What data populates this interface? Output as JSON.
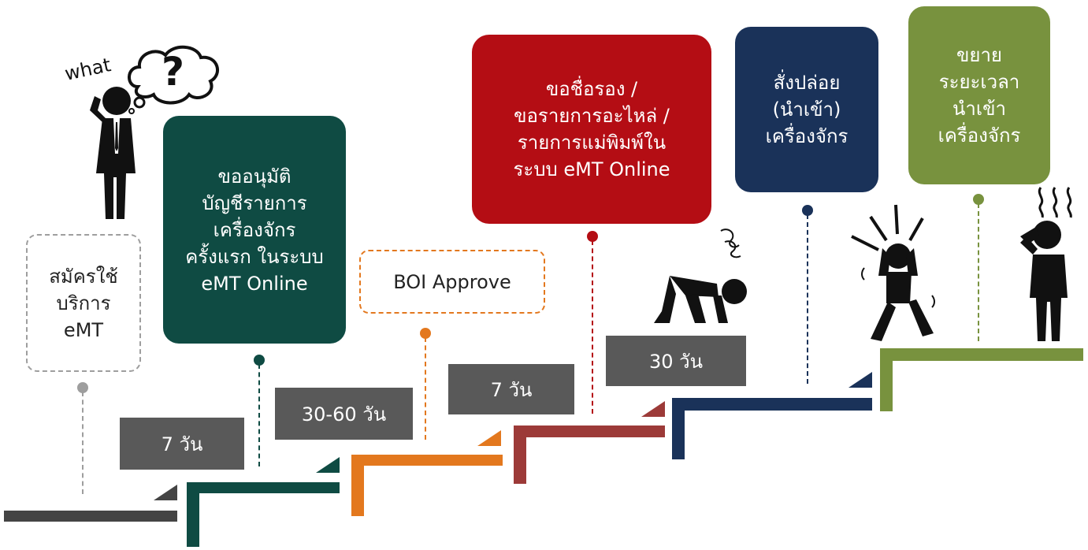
{
  "steps": [
    {
      "label": "สมัครใช้\nบริการ\neMT",
      "color": "#9e9e9e"
    },
    {
      "label": "ขออนุมัติ\nบัญชีรายการ\nเครื่องจักร\nครั้งแรก ในระบบ\neMT Online",
      "color": "#0f4b43"
    },
    {
      "label": "BOI Approve",
      "color": "#e3781e"
    },
    {
      "label": "ขอชื่อรอง /\nขอรายการอะไหล่ /\nรายการแม่พิมพ์ใน\nระบบ eMT Online",
      "color": "#b40d14"
    },
    {
      "label": "สั่งปล่อย\n(นำเข้า)\nเครื่องจักร",
      "color": "#1a3259"
    },
    {
      "label": "ขยาย\nระยะเวลา\nนำเข้า\nเครื่องจักร",
      "color": "#78923e"
    }
  ],
  "durations": [
    "7 วัน",
    "30-60 วัน",
    "7 วัน",
    "30 วัน"
  ],
  "thought": {
    "word": "what",
    "symbol": "?"
  },
  "colors": {
    "gray": "#444444",
    "duration_bg": "#595959",
    "stair_red": "#9c3a38",
    "stair_navy": "#1a3259"
  }
}
